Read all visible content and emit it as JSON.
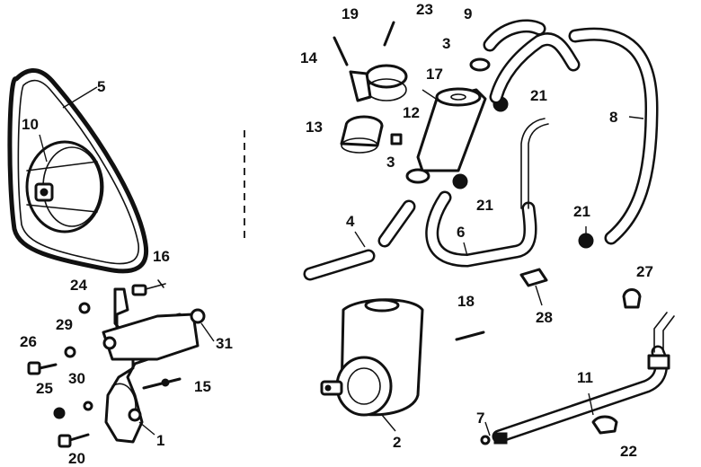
{
  "diagram": {
    "callouts": [
      "19",
      "23",
      "9",
      "14",
      "3",
      "17",
      "21",
      "5",
      "8",
      "10",
      "13",
      "12",
      "3",
      "21",
      "21",
      "4",
      "6",
      "16",
      "24",
      "27",
      "18",
      "28",
      "29",
      "26",
      "31",
      "30",
      "25",
      "15",
      "11",
      "7",
      "1",
      "2",
      "20",
      "22"
    ]
  }
}
